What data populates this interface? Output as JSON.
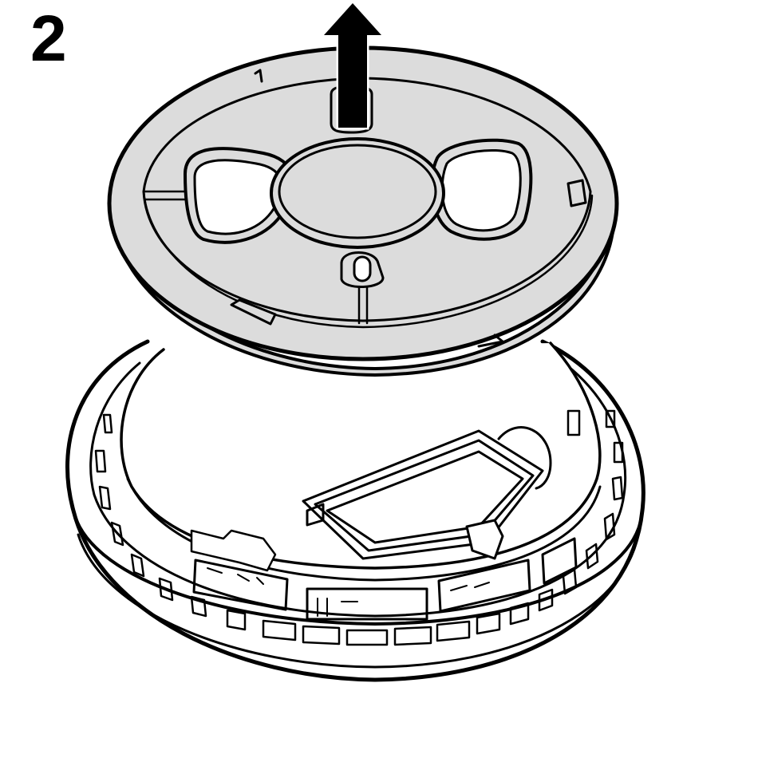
{
  "step": {
    "number": "2"
  },
  "colors": {
    "outline": "#000000",
    "plate_fill": "#dcdcdc",
    "background": "#ffffff",
    "arrow": "#000000"
  },
  "icons": {
    "direction": "arrow-up-icon",
    "mounting_plate": "mounting-plate",
    "detector": "smoke-detector-body",
    "battery": "battery-compartment"
  }
}
